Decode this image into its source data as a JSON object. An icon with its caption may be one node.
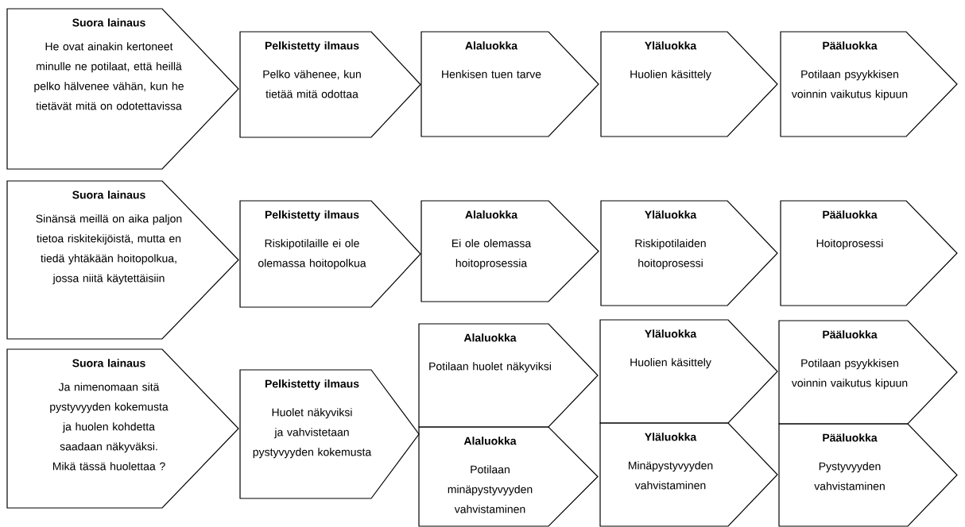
{
  "diagram": {
    "nodes": [
      {
        "text": [
          "Suora lainaus",
          "He ovat ainakin kertoneet minulle ne potilaat, että heillä pelko hälvenee vähän, kun he tietävät mitä on odotettavissa"
        ]
      },
      {
        "text": [
          "Pelkistetty ilmaus",
          "Pelko vähenee, kun tietää mitä odottaa"
        ]
      },
      {
        "text": [
          "Alaluokka",
          "Henkisen tuen tarve"
        ]
      },
      {
        "text": [
          "Yläluokka",
          "Huolien käsittely"
        ]
      },
      {
        "text": [
          "Pääluokka",
          "Potilaan psyykkisen voinnin vaikutus kipuun"
        ]
      },
      {
        "text": [
          "Suora lainaus",
          "Sinänsä meillä on aika paljon tietoa riskitekijöistä, mutta en tiedä yhtäkään hoitopolkua, jossa niitä käytettäisiin"
        ]
      },
      {
        "text": [
          "Pelkistetty ilmaus",
          "Riskipotilaille ei ole olemassa hoitopolkua"
        ]
      },
      {
        "text": [
          "Alaluokka",
          "Ei ole olemassa hoitoprosessia"
        ]
      },
      {
        "text": [
          "Yläluokka",
          "Riskipotilaiden hoitoprosessi"
        ]
      },
      {
        "text": [
          "Pääluokka",
          "Hoitoprosessi"
        ]
      },
      {
        "text": [
          "Suora lainaus",
          "Ja nimenomaan sitä pystyvyyden kokemusta ja huolen kohdetta saadaan näkyväksi. Mikä tässä huolettaa ?"
        ]
      },
      {
        "text": [
          "Pelkistetty ilmaus",
          "Huolet näkyviksi ja vahvistetaan pystyvyyden kokemusta"
        ]
      },
      {
        "text": [
          "Alaluokka",
          "Potilaan huolet näkyviksi"
        ]
      },
      {
        "text": [
          "Alaluokka",
          "Potilaan minäpystyvyyden vahvistaminen"
        ]
      },
      {
        "text": [
          "Yläluokka",
          "Huolien käsittely"
        ]
      },
      {
        "text": [
          "Yläluokka",
          "Minäpystyvyyden vahvistaminen"
        ]
      },
      {
        "text": [
          "Pääluokka",
          "Potilaan psyykkisen voinnin vaikutus kipuun"
        ]
      },
      {
        "text": [
          "Pääluokka",
          "Pystyvyyden vahvistaminen"
        ]
      }
    ]
  }
}
